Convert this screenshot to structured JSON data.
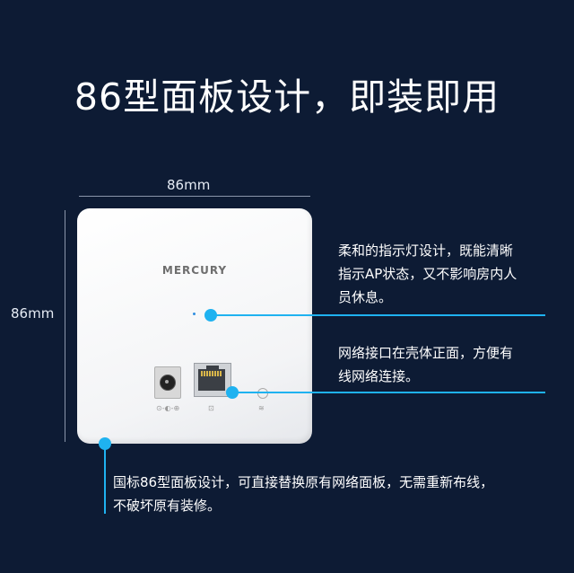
{
  "title": "86型面板设计，即装即用",
  "dimensions": {
    "width_label": "86mm",
    "height_label": "86mm"
  },
  "device": {
    "brand": "MERCURY",
    "dc_symbol": "⊙-◐-⊕",
    "lan_symbol": "⊡",
    "wifi_symbol": "≋"
  },
  "callouts": {
    "indicator": {
      "lines": [
        "柔和的指示灯设计，既能清晰",
        "指示AP状态，又不影响房内人",
        "员休息。"
      ]
    },
    "port": {
      "lines": [
        "网络接口在壳体正面，方便有",
        "线网络连接。"
      ]
    },
    "panel": {
      "lines": [
        "国标86型面板设计，可直接替换原有网络面板，无需重新布线，",
        "不破坏原有装修。"
      ]
    }
  },
  "colors": {
    "background": "#0d1b34",
    "accent": "#1fb2f0",
    "panel": "#f3f4f6"
  }
}
